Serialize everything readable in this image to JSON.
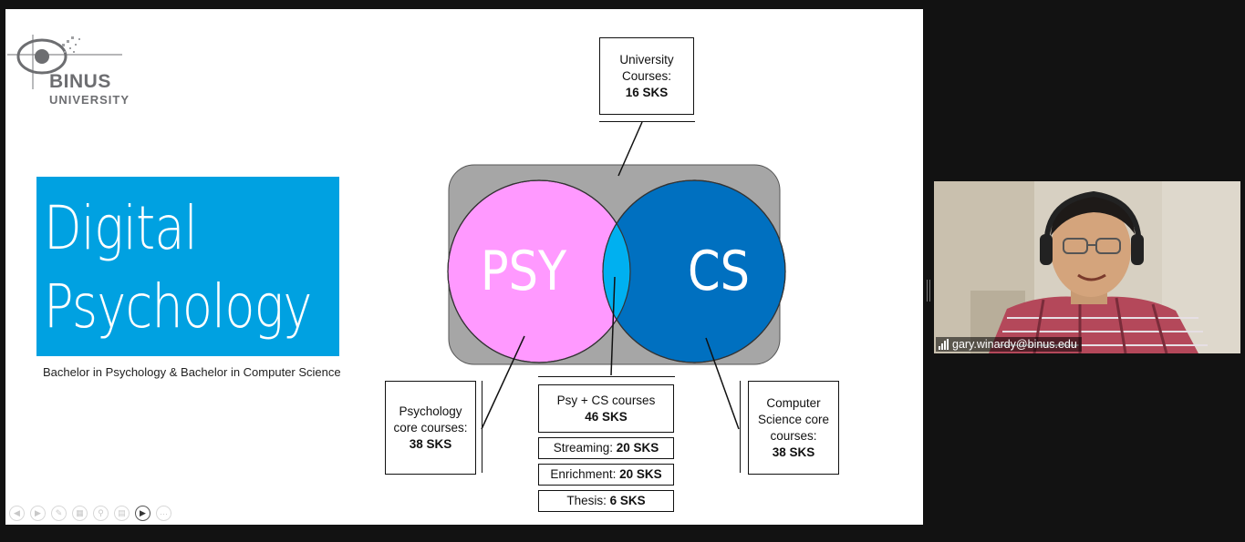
{
  "slide": {
    "logo": {
      "line1": "BINUS",
      "line2": "UNIVERSITY"
    },
    "title": "Digital\nPsychology",
    "subtitle": "Bachelor in Psychology & Bachelor in Computer Science",
    "venn": {
      "left_label": "PSY",
      "right_label": "CS"
    },
    "boxes": {
      "university": {
        "line1": "University",
        "line2": "Courses:",
        "value": "16 SKS"
      },
      "psychology": {
        "line1": "Psychology",
        "line2": "core courses:",
        "value": "38 SKS"
      },
      "combined": {
        "line1": "Psy + CS courses",
        "value": "46 SKS"
      },
      "cs": {
        "line1": "Computer",
        "line2": "Science core",
        "line3": "courses:",
        "value": "38 SKS"
      },
      "streaming": {
        "label": "Streaming:",
        "value": "20 SKS"
      },
      "enrichment": {
        "label": "Enrichment:",
        "value": "20 SKS"
      },
      "thesis": {
        "label": "Thesis:",
        "value": "6 SKS"
      }
    },
    "colors": {
      "title_bg": "#00a1e1",
      "psy_circle": "#ff99ff",
      "cs_circle": "#0070c0",
      "overlap": "#00b0f0",
      "venn_bg": "#a6a6a6"
    },
    "controls": [
      "previous-icon",
      "next-icon",
      "pen-icon",
      "pages-icon",
      "zoom-icon",
      "subtitles-icon",
      "video-icon",
      "more-icon"
    ]
  },
  "video": {
    "participant_name": "gary.winardy@binus.edu",
    "signal_icon": "signal-bars-icon"
  }
}
